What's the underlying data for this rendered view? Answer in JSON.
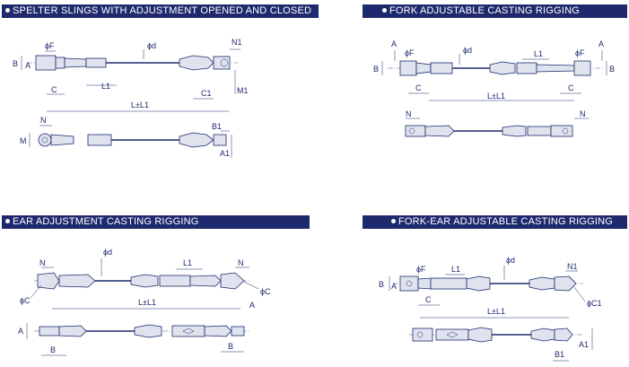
{
  "colors": {
    "header_bg": "#1f2a6e",
    "header_text": "#ffffff",
    "drawing": "#1f2a6e",
    "part_fill": "#dfe3ee"
  },
  "panels": {
    "spelter": {
      "title": "SPELTER SLINGS WITH ADJUSTMENT OPENED AND CLOSED SOCKET",
      "labels": {
        "phi_d": "ϕd",
        "phi_f": "ϕF",
        "n1": "N1",
        "b": "B",
        "a": "A",
        "c": "C",
        "l1": "L1",
        "c1": "C1",
        "m1": "M1",
        "length": "L±L1",
        "n": "N",
        "b1": "B1",
        "m": "M",
        "a1": "A1"
      }
    },
    "fork": {
      "title": "FORK ADJUSTABLE CASTING RIGGING",
      "labels": {
        "a_left": "A",
        "phi_f_left": "ϕF",
        "phi_d": "ϕd",
        "l1": "L1",
        "phi_f_right": "ϕF",
        "a_right": "A",
        "b_left": "B",
        "b_right": "B",
        "c_left": "C",
        "c_right": "C",
        "length": "L±L1",
        "n_left": "N",
        "n_right": "N"
      }
    },
    "ear": {
      "title": "EAR ADJUSTMENT CASTING RIGGING",
      "labels": {
        "phi_d": "ϕd",
        "n_left": "N",
        "l1": "L1",
        "n_right": "N",
        "phi_c_left": "ϕC",
        "phi_c_right": "ϕC",
        "length": "L±L1",
        "a_right": "A",
        "a_left": "A",
        "b_left": "B",
        "b_right": "B"
      }
    },
    "fork_ear": {
      "title": "FORK-EAR ADJUSTABLE CASTING RIGGING",
      "labels": {
        "phi_d": "ϕd",
        "phi_f": "ϕF",
        "l1": "L1",
        "n1": "N1",
        "b": "B",
        "a": "A",
        "c": "C",
        "phi_c1": "ϕC1",
        "length": "L±L1",
        "b1": "B1",
        "a1": "A1"
      }
    }
  }
}
